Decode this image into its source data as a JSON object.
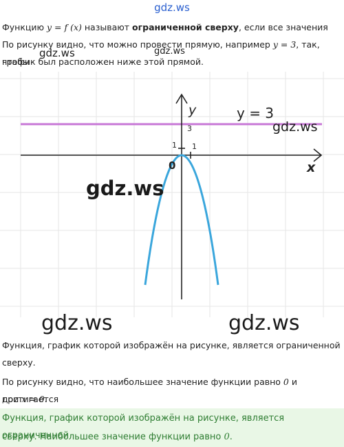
{
  "watermark": "gdz.ws",
  "p1": {
    "a": "Функцию ",
    "math": "y = f (x)",
    "b": " называют ",
    "bold": "ограниченной сверху",
    "c": ", если все значения"
  },
  "p2": {
    "a": "По рисунку видно, что можно провести прямую, например ",
    "math": "y = 3",
    "b": ", так, чтобы"
  },
  "p3": "график был расположен ниже этой прямой.",
  "graph": {
    "y_axis_label": "y",
    "x_axis_label": "x",
    "line_label": "y = 3",
    "tick_y3": "3",
    "tick_y1": "1",
    "tick_x1": "1",
    "origin": "0",
    "colors": {
      "line": "#c777d6",
      "curve": "#3aa6dc",
      "axis": "#222222",
      "grid": "#e6e6e6"
    }
  },
  "p4": "Функция, график которой изображён на рисунке, является ограниченной",
  "p5": "сверху.",
  "p6": {
    "a": "По рисунку видно, что наибольшее значение функции равно ",
    "math": "0",
    "b": " и достигается"
  },
  "p7": {
    "a": "при ",
    "math": "x = 0",
    "b": "."
  },
  "answer": {
    "line1": "Функция, график которой изображён на рисунке, является ограниченной",
    "line2": {
      "a": "сверху. Наибольшее значение функции равно ",
      "math": "0",
      "b": "."
    },
    "color": "#2e7d32",
    "background": "#e9f7e6"
  }
}
